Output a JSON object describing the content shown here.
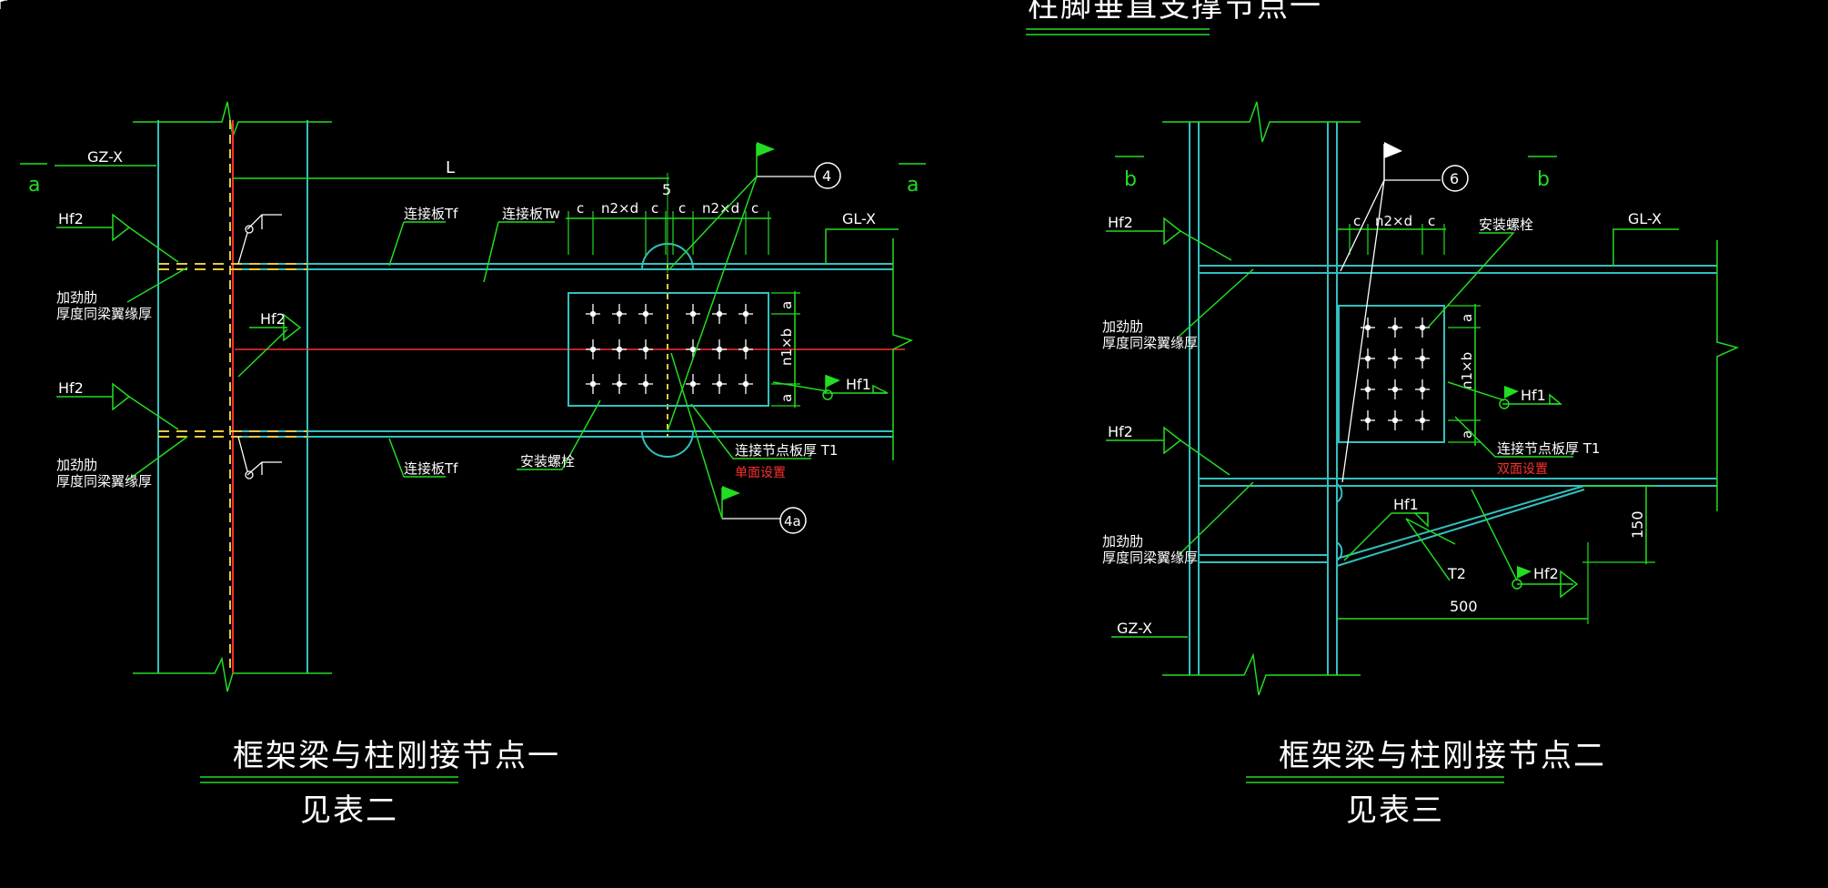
{
  "colors": {
    "background": "#000000",
    "steel_outline": "#33bfbf",
    "leader_green": "#22dd22",
    "centerline_red": "#ff3030",
    "weld_yellow": "#e8c840",
    "text_white": "#ffffff",
    "text_red": "#ff3030"
  },
  "top_title": "柱脚垂直支撑节点一",
  "detail1": {
    "title": "框架梁与柱刚接节点一",
    "subtitle": "见表二",
    "column_label": "GZ-X",
    "beam_label": "GL-X",
    "section_mark": "a",
    "dim_length": "L",
    "dim_gap": "5",
    "weld_hf2": "Hf2",
    "weld_hf1": "Hf1",
    "stiffener_line1": "加劲肋",
    "stiffener_line2": "厚度同梁翼缘厚",
    "plate_tf": "连接板Tf",
    "plate_tw": "连接板Tw",
    "dims_top": [
      "c",
      "n2×d",
      "c",
      "c",
      "n2×d",
      "c"
    ],
    "dims_side": [
      "a",
      "n1×b",
      "a"
    ],
    "bolt_label": "安装螺栓",
    "plate_t1": "连接节点板厚 T1",
    "note_red": "单面设置",
    "callout_1": "4",
    "callout_2": "4a"
  },
  "detail2": {
    "title": "框架梁与柱刚接节点二",
    "subtitle": "见表三",
    "column_label": "GZ-X",
    "beam_label": "GL-X",
    "section_mark": "b",
    "weld_hf2": "Hf2",
    "weld_hf1": "Hf1",
    "stiffener_line1": "加劲肋",
    "stiffener_line2": "厚度同梁翼缘厚",
    "dims_top": [
      "c",
      "n2×d",
      "c"
    ],
    "dims_side": [
      "a",
      "n1×b",
      "a"
    ],
    "bolt_label": "安装螺栓",
    "plate_t1": "连接节点板厚 T1",
    "note_red": "双面设置",
    "plate_t2": "T2",
    "dim_500": "500",
    "dim_150": "150",
    "callout": "6"
  }
}
